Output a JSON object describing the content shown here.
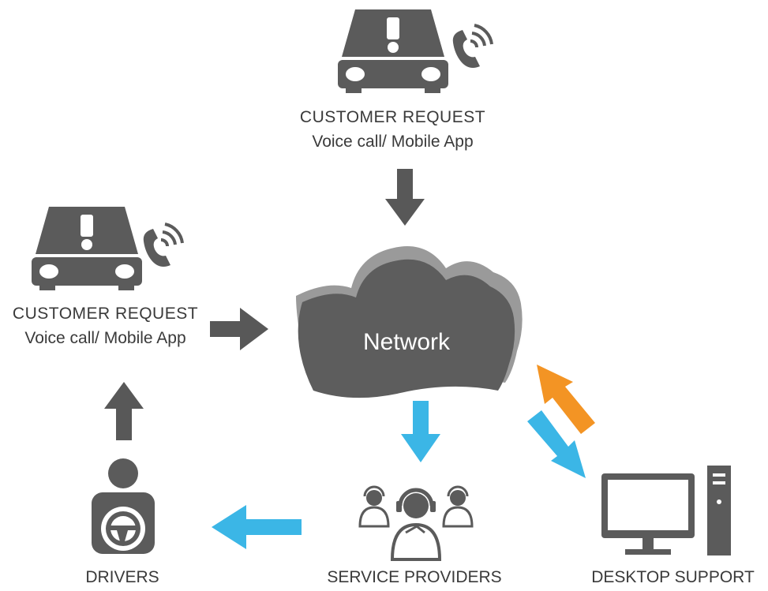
{
  "colors": {
    "icon_gray": "#5b5b5b",
    "cloud_back": "#9a9a9a",
    "cloud_front": "#5d5d5d",
    "arrow_gray": "#585858",
    "arrow_blue": "#3bb6e6",
    "arrow_orange": "#f39424"
  },
  "nodes": {
    "top_request": {
      "title": "CUSTOMER  REQUEST",
      "subtitle": "Voice call/ Mobile App"
    },
    "left_request": {
      "title": "CUSTOMER  REQUEST",
      "subtitle": "Voice call/ Mobile App"
    },
    "network": {
      "label": "Network"
    },
    "drivers": {
      "label": "DRIVERS"
    },
    "service_providers": {
      "label": "SERVICE PROVIDERS"
    },
    "desktop_support": {
      "label": "DESKTOP SUPPORT"
    }
  },
  "icons": {
    "request": "car-warning-icon",
    "phone": "phone-call-icon",
    "driver": "driver-steering-wheel-icon",
    "providers": "headset-operators-icon",
    "desktop": "desktop-computer-icon"
  },
  "edges": [
    {
      "from": "top_request",
      "to": "network",
      "color": "gray"
    },
    {
      "from": "left_request",
      "to": "network",
      "color": "gray"
    },
    {
      "from": "drivers",
      "to": "left_request",
      "color": "gray"
    },
    {
      "from": "network",
      "to": "service_providers",
      "color": "blue"
    },
    {
      "from": "service_providers",
      "to": "drivers",
      "color": "blue"
    },
    {
      "from": "network",
      "to": "desktop_support",
      "color": "blue"
    },
    {
      "from": "desktop_support",
      "to": "network",
      "color": "orange"
    }
  ]
}
